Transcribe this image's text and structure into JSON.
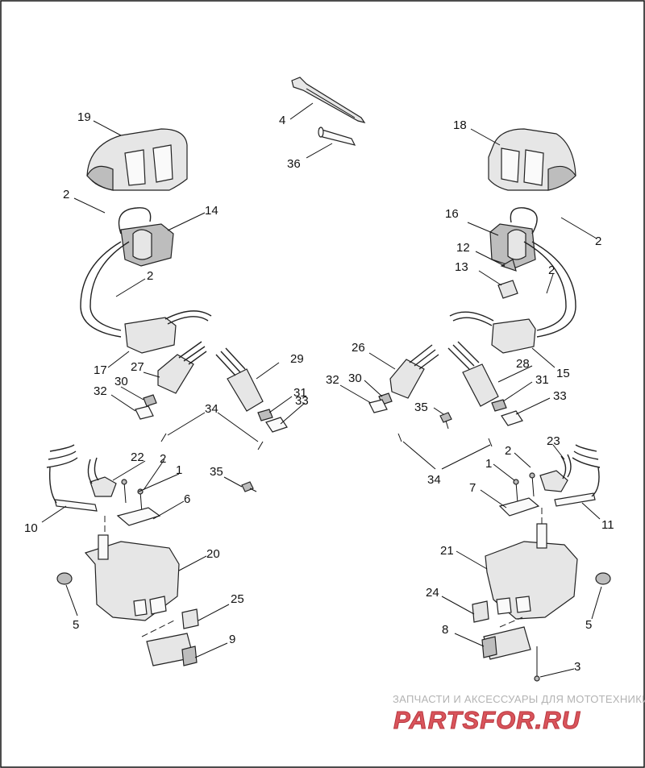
{
  "diagram": {
    "callouts": [
      "19",
      "2",
      "14",
      "2",
      "17",
      "27",
      "30",
      "32",
      "4",
      "36",
      "29",
      "31",
      "33",
      "34",
      "18",
      "2",
      "16",
      "12",
      "13",
      "2",
      "26",
      "28",
      "15",
      "32",
      "30",
      "35",
      "31",
      "33",
      "22",
      "2",
      "1",
      "35",
      "6",
      "10",
      "20",
      "5",
      "25",
      "9",
      "23",
      "2",
      "1",
      "7",
      "11",
      "34",
      "21",
      "24",
      "5",
      "8",
      "3"
    ]
  },
  "watermark": {
    "tagline": "ЗАПЧАСТИ И АКСЕССУАРЫ ДЛЯ МОТОТЕХНИКИ",
    "logo": "PARTSFOR.RU"
  },
  "colors": {
    "line": "#111111",
    "part_fill": "#e6e6e6",
    "part_shade": "#bdbdbd",
    "logo_red": "#d9545b",
    "tagline_gray": "#b3b3b3"
  }
}
